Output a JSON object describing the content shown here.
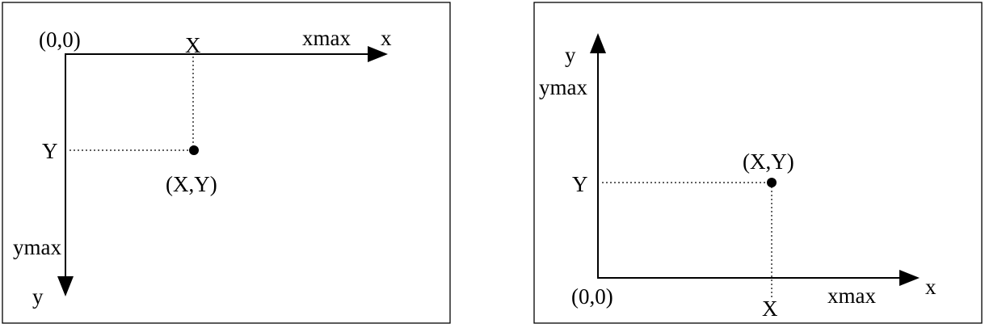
{
  "screen_coords": {
    "origin_label": "(0,0)",
    "x_axis_label": "x",
    "y_axis_label": "y",
    "xmax_label": "xmax",
    "ymax_label": "ymax",
    "x_tick_label": "X",
    "y_tick_label": "Y",
    "point_label": "(X,Y)",
    "y_axis_direction": "down"
  },
  "cartesian_coords": {
    "origin_label": "(0,0)",
    "x_axis_label": "x",
    "y_axis_label": "y",
    "xmax_label": "xmax",
    "ymax_label": "ymax",
    "x_tick_label": "X",
    "y_tick_label": "Y",
    "point_label": "(X,Y)",
    "y_axis_direction": "up"
  }
}
